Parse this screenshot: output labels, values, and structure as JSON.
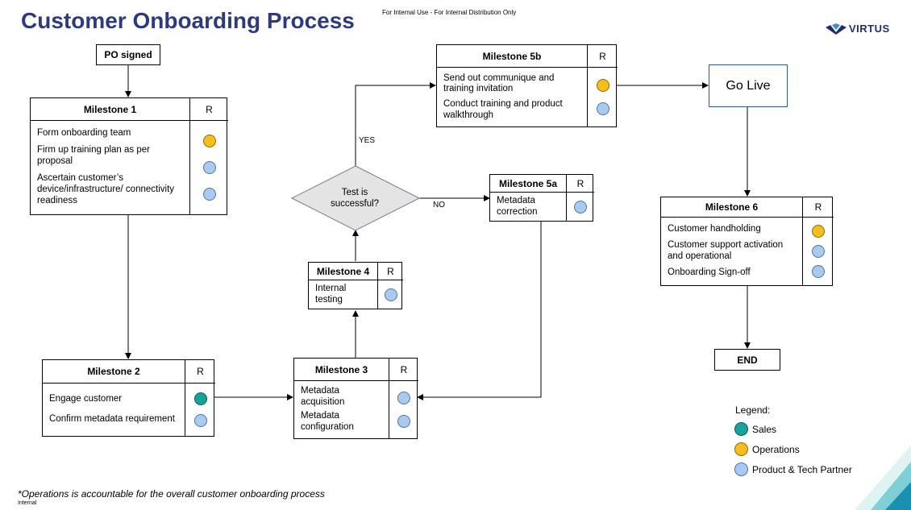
{
  "header": {
    "title": "Customer Onboarding Process",
    "notice": "For Internal Use - For Internal Distribution Only",
    "logo_text": "VIRTUS"
  },
  "nodes": {
    "po": "PO signed",
    "end": "END",
    "go_live": "Go Live",
    "decision": "Test is successful?",
    "r_label": "R"
  },
  "edges": {
    "yes": "YES",
    "no": "NO"
  },
  "milestones": {
    "m1": {
      "title": "Milestone 1",
      "items": [
        {
          "text": "Form onboarding team",
          "owner": "operations"
        },
        {
          "text": "Firm up training plan as per proposal",
          "owner": "product_tech"
        },
        {
          "text": "Ascertain customer’s device/infrastructure/ connectivity readiness",
          "owner": "product_tech"
        }
      ]
    },
    "m2": {
      "title": "Milestone 2",
      "items": [
        {
          "text": "Engage customer",
          "owner": "sales"
        },
        {
          "text": "Confirm metadata requirement",
          "owner": "product_tech"
        }
      ]
    },
    "m3": {
      "title": "Milestone 3",
      "items": [
        {
          "text": "Metadata acquisition",
          "owner": "product_tech"
        },
        {
          "text": "Metadata configuration",
          "owner": "product_tech"
        }
      ]
    },
    "m4": {
      "title": "Milestone 4",
      "items": [
        {
          "text": "Internal testing",
          "owner": "product_tech"
        }
      ]
    },
    "m5a": {
      "title": "Milestone 5a",
      "items": [
        {
          "text": "Metadata correction",
          "owner": "product_tech"
        }
      ]
    },
    "m5b": {
      "title": "Milestone 5b",
      "items": [
        {
          "text": "Send out communique and training invitation",
          "owner": "operations"
        },
        {
          "text": "Conduct training and product walkthrough",
          "owner": "product_tech"
        }
      ]
    },
    "m6": {
      "title": "Milestone 6",
      "items": [
        {
          "text": "Customer handholding",
          "owner": "operations"
        },
        {
          "text": "Customer support activation and operational",
          "owner": "product_tech"
        },
        {
          "text": "Onboarding Sign-off",
          "owner": "product_tech"
        }
      ]
    }
  },
  "legend": {
    "title": "Legend:",
    "items": [
      {
        "label": "Sales",
        "color": "#16a39a"
      },
      {
        "label": "Operations",
        "color": "#f6be1a"
      },
      {
        "label": "Product & Tech Partner",
        "color": "#a9c9ee"
      }
    ]
  },
  "footer": {
    "note": "*Operations is accountable for the overall customer onboarding process",
    "classification": "Internal"
  }
}
